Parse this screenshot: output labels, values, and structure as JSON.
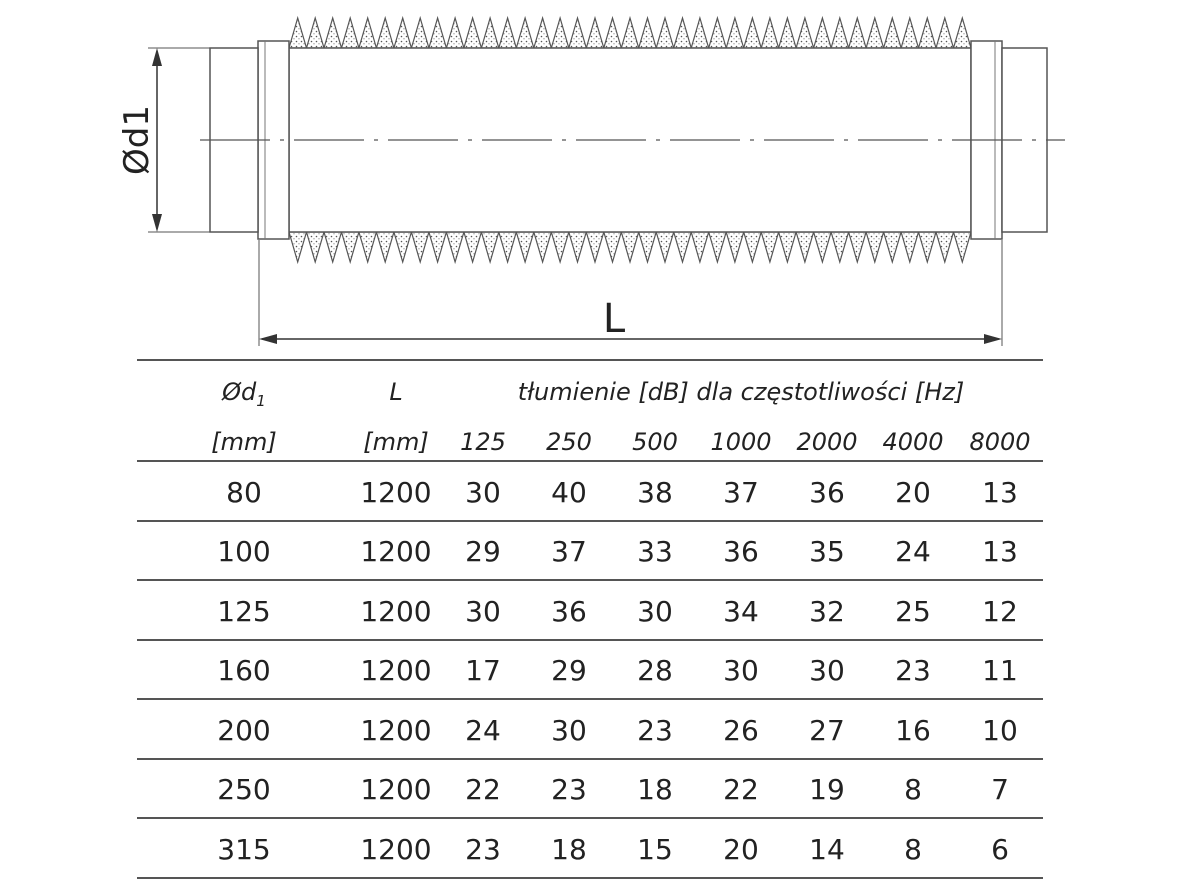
{
  "diagram": {
    "diameter_label": "Ød1",
    "length_label": "L"
  },
  "table": {
    "header_top": {
      "d1_symbol": "Ød",
      "d1_subscript": "1",
      "l_symbol": "L",
      "attenuation_title": "tłumienie [dB] dla częstotliwości [Hz]"
    },
    "header_units": {
      "d1_unit": "[mm]",
      "l_unit": "[mm]",
      "frequencies": [
        "125",
        "250",
        "500",
        "1000",
        "2000",
        "4000",
        "8000"
      ]
    },
    "rows": [
      {
        "d1": "80",
        "L": "1200",
        "values": [
          "30",
          "40",
          "38",
          "37",
          "36",
          "20",
          "13"
        ]
      },
      {
        "d1": "100",
        "L": "1200",
        "values": [
          "29",
          "37",
          "33",
          "36",
          "35",
          "24",
          "13"
        ]
      },
      {
        "d1": "125",
        "L": "1200",
        "values": [
          "30",
          "36",
          "30",
          "34",
          "32",
          "25",
          "12"
        ]
      },
      {
        "d1": "160",
        "L": "1200",
        "values": [
          "17",
          "29",
          "28",
          "30",
          "30",
          "23",
          "11"
        ]
      },
      {
        "d1": "200",
        "L": "1200",
        "values": [
          "24",
          "30",
          "23",
          "26",
          "27",
          "16",
          "10"
        ]
      },
      {
        "d1": "250",
        "L": "1200",
        "values": [
          "22",
          "23",
          "18",
          "22",
          "19",
          "8",
          "7"
        ]
      },
      {
        "d1": "315",
        "L": "1200",
        "values": [
          "23",
          "18",
          "15",
          "20",
          "14",
          "8",
          "6"
        ]
      }
    ]
  }
}
